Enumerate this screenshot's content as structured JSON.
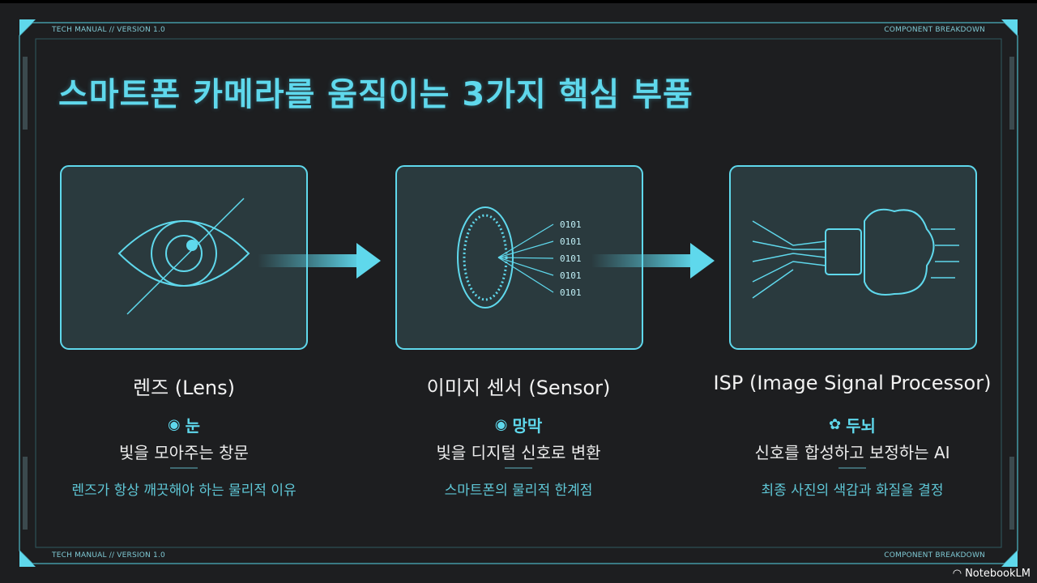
{
  "header": {
    "left_tag": "TECH MANUAL // VERSION 1.0",
    "right_tag": "COMPONENT BREAKDOWN"
  },
  "footer": {
    "left_tag": "TECH MANUAL // VERSION 1.0",
    "right_tag": "COMPONENT BREAKDOWN"
  },
  "title": "스마트폰 카메라를 움직이는 3가지 핵심 부품",
  "colors": {
    "accent": "#5fd8ec",
    "background": "#1d1e20"
  },
  "components": [
    {
      "name": "렌즈 (Lens)",
      "icon": "eye-icon",
      "metaphor": "눈",
      "description": "빛을 모아주는 창문",
      "note": "렌즈가 항상 깨끗해야 하는 물리적 이유"
    },
    {
      "name": "이미지 센서 (Sensor)",
      "icon": "retina-eye-icon",
      "metaphor": "망막",
      "description": "빛을 디지털 신호로 변환",
      "note": "스마트폰의 물리적 한계점",
      "binary": [
        "0101",
        "0101",
        "0101",
        "0101",
        "0101"
      ]
    },
    {
      "name": "ISP (Image Signal Processor)",
      "icon": "brain-icon",
      "metaphor": "두뇌",
      "description": "신호를 합성하고 보정하는 AI",
      "note": "최종 사진의 색감과 화질을 결정"
    }
  ],
  "brand": "NotebookLM"
}
